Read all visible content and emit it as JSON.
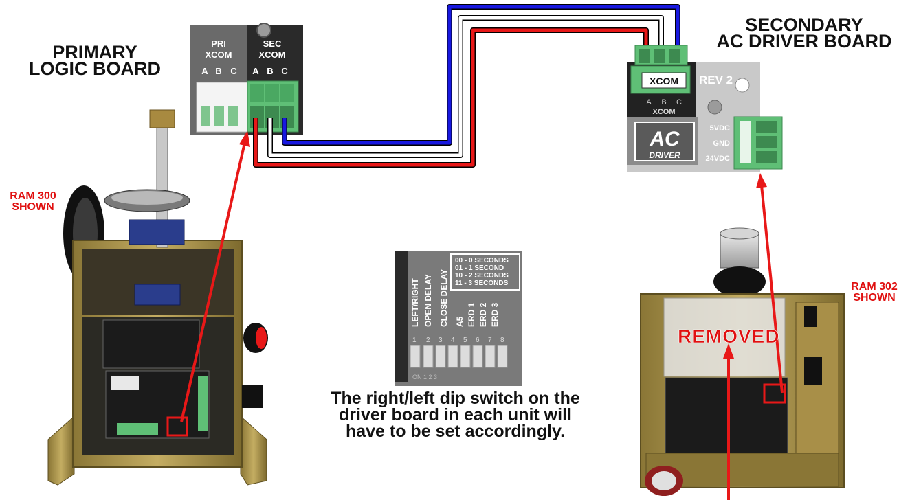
{
  "labels": {
    "primary_board": "PRIMARY\nLOGIC BOARD",
    "secondary_board": "SECONDARY\nAC DRIVER BOARD",
    "ram300": "RAM 300\nSHOWN",
    "ram302": "RAM 302\nSHOWN",
    "removed": "REMOVED",
    "caption": "The right/left dip switch on the driver board in each unit will have to be set accordingly."
  },
  "primary_connector": {
    "pri": "PRI",
    "pri_xcom": "XCOM",
    "sec": "SEC",
    "sec_xcom": "XCOM",
    "pin_a1": "A",
    "pin_b1": "B",
    "pin_c1": "C",
    "pin_a2": "A",
    "pin_b2": "B",
    "pin_c2": "C"
  },
  "secondary_connector": {
    "xcom_tag": "XCOM",
    "rev": "REV 2",
    "pin_a": "A",
    "pin_b": "B",
    "pin_c": "C",
    "xcom_bottom": "XCOM",
    "logo_top": "AC",
    "logo_bottom": "DRIVER",
    "v5": "5VDC",
    "gnd": "GND",
    "v24": "24VDC"
  },
  "dip_panel": {
    "timing": [
      "00 - 0 SECONDS",
      "01 - 1 SECOND",
      "10 - 2 SECONDS",
      "11 - 3 SECONDS"
    ],
    "switch_labels": [
      "LEFT/RIGHT",
      "OPEN DELAY",
      "CLOSE DELAY",
      "A5",
      "ERD 1",
      "ERD 2",
      "ERD 3"
    ],
    "numbers": [
      "1",
      "2",
      "3",
      "4",
      "5",
      "6",
      "7",
      "8"
    ],
    "bottom_text": "ON 1 2 3"
  },
  "colors": {
    "wire_red": "#e81818",
    "wire_blue": "#1818e0",
    "wire_white": "#ffffff",
    "connector_green": "#5fbf76",
    "board_dark": "#222222",
    "board_gray": "#c9c9c9",
    "chassis_brass": "#b39b52",
    "label_red": "#e01010"
  }
}
